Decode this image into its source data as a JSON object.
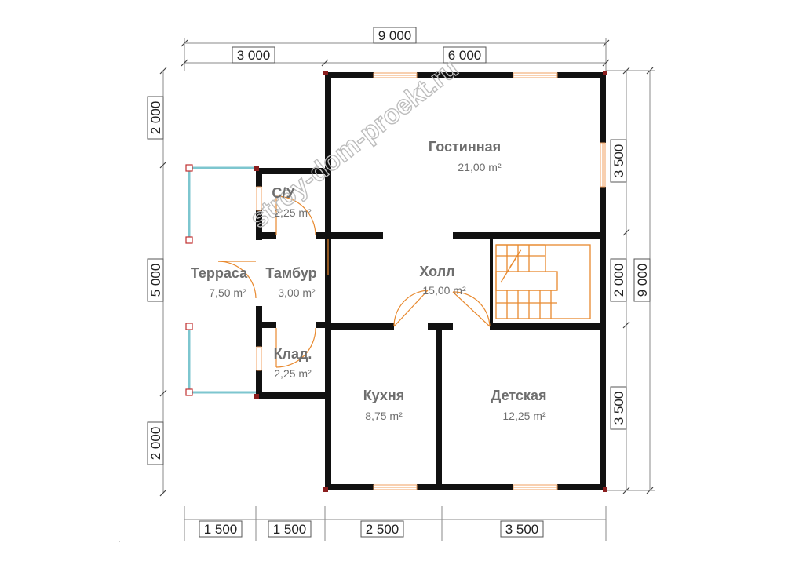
{
  "watermark": "stroy-dom-proekt.ru",
  "rooms": {
    "living": {
      "name": "Гостинная",
      "area": "21,00 m²"
    },
    "wc": {
      "name": "С/У",
      "area": "2,25 m²"
    },
    "terrace": {
      "name": "Терраса",
      "area": "7,50 m²"
    },
    "vestibule": {
      "name": "Тамбур",
      "area": "3,00 m²"
    },
    "hall": {
      "name": "Холл",
      "area": "15,00 m²"
    },
    "pantry": {
      "name": "Клад.",
      "area": "2,25 m²"
    },
    "kitchen": {
      "name": "Кухня",
      "area": "8,75 m²"
    },
    "kids": {
      "name": "Детская",
      "area": "12,25 m²"
    }
  },
  "dimensions": {
    "top": {
      "total": "9 000",
      "left": "3 000",
      "right": "6 000"
    },
    "bottom": {
      "d1": "1 500",
      "d2": "1 500",
      "d3": "2 500",
      "d4": "3 500"
    },
    "left": {
      "top": "2 000",
      "middle": "5 000",
      "bottom": "2 000"
    },
    "right": {
      "top": "3 500",
      "middle": "2 000",
      "bottom": "3 500",
      "total": "9 000"
    }
  },
  "colors": {
    "wall": "#111111",
    "door": "#e8892e",
    "railing": "#7dc6cf",
    "pillar": "#8b1e1e",
    "text": "#6e6e6e"
  }
}
